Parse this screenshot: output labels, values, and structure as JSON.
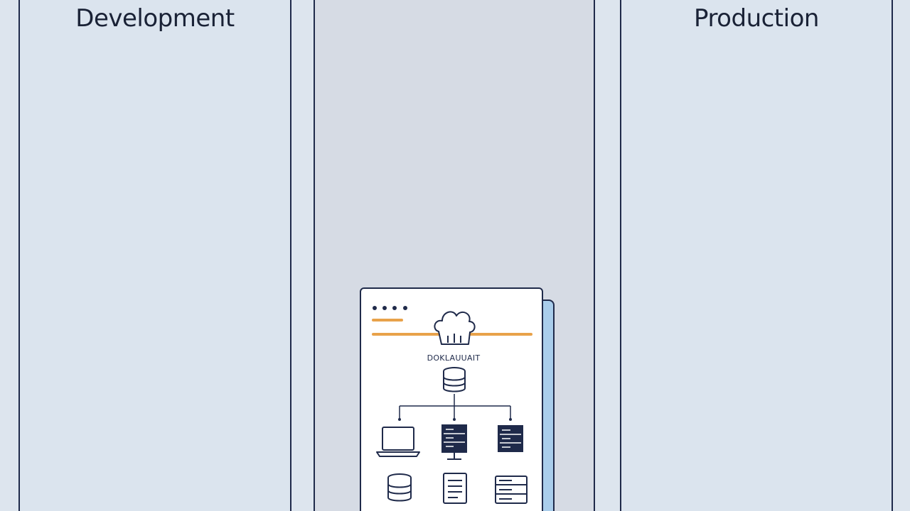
{
  "columns": {
    "development": {
      "title": "Development"
    },
    "middle": {
      "title": ""
    },
    "production": {
      "title": "Production"
    }
  },
  "card": {
    "caption": "DOKLAUUAIT",
    "icons": {
      "top": "chef-hat-icon",
      "hub": "database-icon",
      "row1": [
        "laptop-icon",
        "server-rack-icon",
        "server-rack-icon"
      ],
      "row2": [
        "database-icon",
        "document-icon",
        "server-panel-icon"
      ]
    }
  },
  "colors": {
    "background": "#dde5ee",
    "outline": "#1f2a4a",
    "accent": "#e8a24a",
    "side_card": "#a9cdeb"
  }
}
